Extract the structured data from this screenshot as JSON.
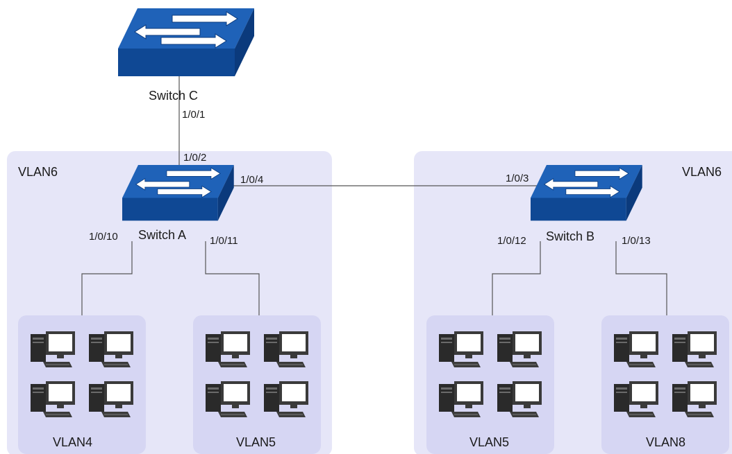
{
  "colors": {
    "vlan_zone": "#e6e6f8",
    "pc_group": "#d6d6f3",
    "switch_top": "#1f62b8",
    "switch_front": "#0f4894",
    "switch_side": "#0b3a7c",
    "link": "#555555"
  },
  "icons": {
    "switch": "network-switch-icon",
    "pc": "desktop-computer-icon"
  },
  "switches": {
    "c": {
      "name": "Switch C"
    },
    "a": {
      "name": "Switch A"
    },
    "b": {
      "name": "Switch B"
    }
  },
  "ports": {
    "c_down": "1/0/1",
    "a_up": "1/0/2",
    "a_right": "1/0/4",
    "b_left": "1/0/3",
    "a_left_down": "1/0/10",
    "a_right_down": "1/0/11",
    "b_left_down": "1/0/12",
    "b_right_down": "1/0/13"
  },
  "zones": {
    "left": {
      "label": "VLAN6"
    },
    "right": {
      "label": "VLAN6"
    }
  },
  "groups": [
    {
      "label": "VLAN4",
      "pc_count": 4
    },
    {
      "label": "VLAN5",
      "pc_count": 4
    },
    {
      "label": "VLAN5",
      "pc_count": 4
    },
    {
      "label": "VLAN8",
      "pc_count": 4
    }
  ]
}
